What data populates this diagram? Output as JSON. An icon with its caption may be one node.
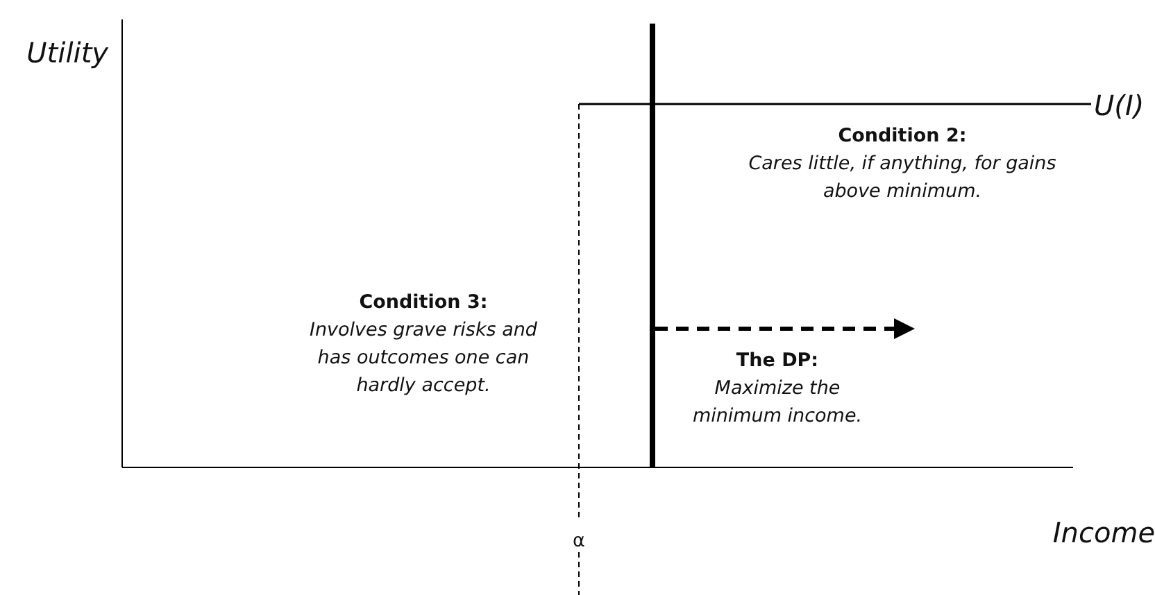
{
  "diagram": {
    "labels": [
      "Utility",
      "U(I)",
      "Condition 2:",
      "Cares little, if anything, for gains above minimum.",
      "Condition 3:",
      "Involves grave risks and has outcomes one can hardly accept.",
      "The DP:",
      "Maximize the minimum income.",
      "α",
      "Income"
    ]
  }
}
